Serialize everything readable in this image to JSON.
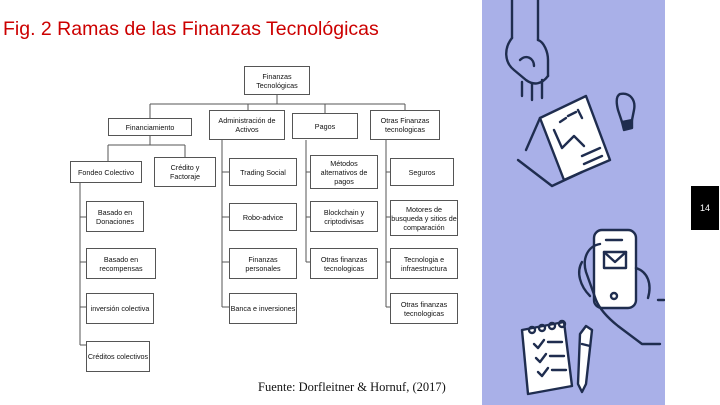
{
  "title": "Fig. 2 Ramas de las Finanzas Tecnológicas",
  "source": "Fuente: Dorfleitner & Hornuf, (2017)",
  "page_number": "14",
  "diagram": {
    "root": "Finanzas Tecnológicas",
    "branches": [
      "Financiamiento",
      "Administración de Activos",
      "Pagos",
      "Otras Finanzas tecnologicas"
    ],
    "financiamiento_children": [
      "Fondeo Colectivo",
      "Crédito y Factoraje"
    ],
    "fondeo_children": [
      "Basado en Donaciones",
      "Basado en recompensas",
      "inversión colectiva",
      "Créditos colectivos"
    ],
    "activos_children": [
      "Trading Social",
      "Robo-advice",
      "Finanzas personales",
      "Banca e inversiones"
    ],
    "pagos_children": [
      "Métodos alternativos de pagos",
      "Blockchain y criptodivisas",
      "Otras finanzas tecnologicas"
    ],
    "otras_children": [
      "Seguros",
      "Motores de busqueda y sitios de comparación",
      "Tecnologia e infraestructura",
      "Otras finanzas tecnologicas"
    ]
  },
  "colors": {
    "title": "#cc0000",
    "panel": "#a9b0e8",
    "icon_stroke": "#1f2d4f"
  },
  "icons": [
    "hand-icon",
    "document-chart-icon",
    "lightbulb-icon",
    "hand-smartphone-icon",
    "checklist-clipboard-icon",
    "pencil-icon"
  ]
}
